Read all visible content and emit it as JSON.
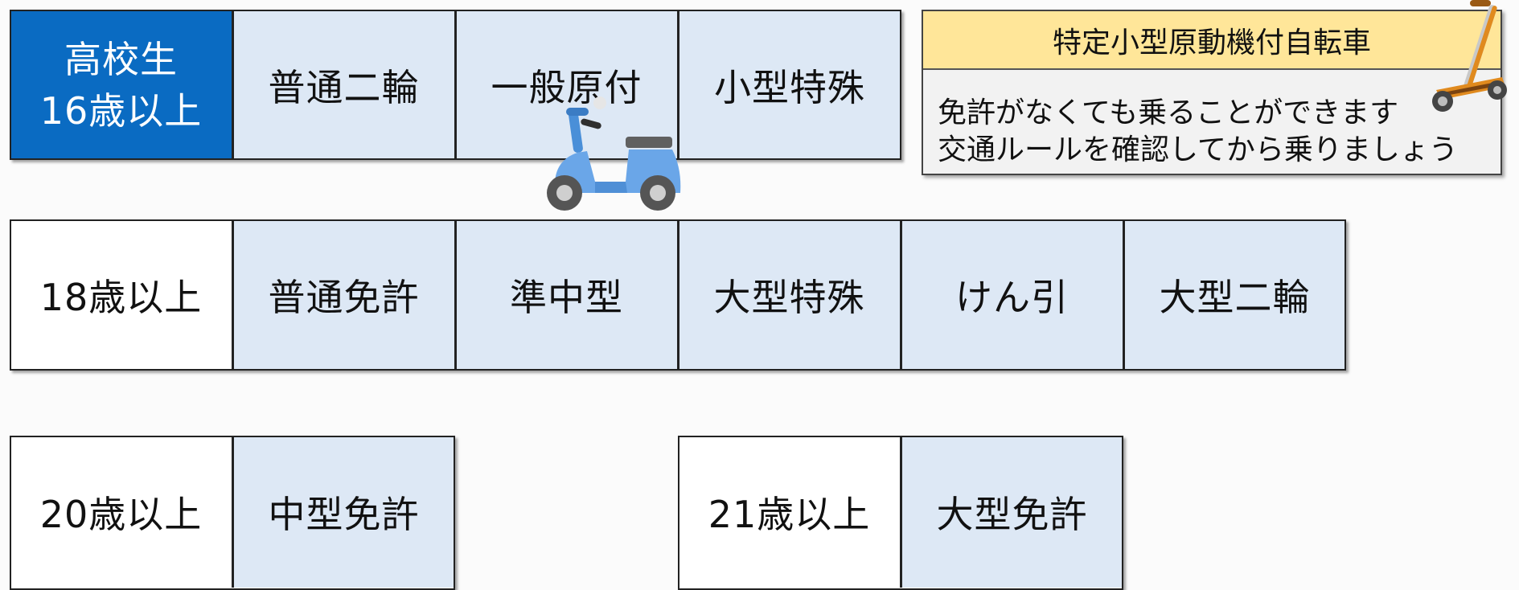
{
  "row1": {
    "age_line1": "高校生",
    "age_line2": "16歳以上",
    "licenses": [
      "普通二輪",
      "一般原付",
      "小型特殊"
    ]
  },
  "row2": {
    "age": "18歳以上",
    "licenses": [
      "普通免許",
      "準中型",
      "大型特殊",
      "けん引",
      "大型二輪"
    ]
  },
  "row3a": {
    "age": "20歳以上",
    "license": "中型免許"
  },
  "row3b": {
    "age": "21歳以上",
    "license": "大型免許"
  },
  "note": {
    "title": "特定小型原動機付自転車",
    "line1": "免許がなくても乗ることができます",
    "line2": "交通ルールを確認してから乗りましょう"
  },
  "colors": {
    "license_bg": "#dde8f5",
    "highschool_bg": "#0a6bc2",
    "note_title_bg": "#ffe699",
    "scooter": "#6aa6e8",
    "kickboard": "#e08a1e"
  },
  "icons": [
    "moped-icon",
    "kick-scooter-icon"
  ]
}
